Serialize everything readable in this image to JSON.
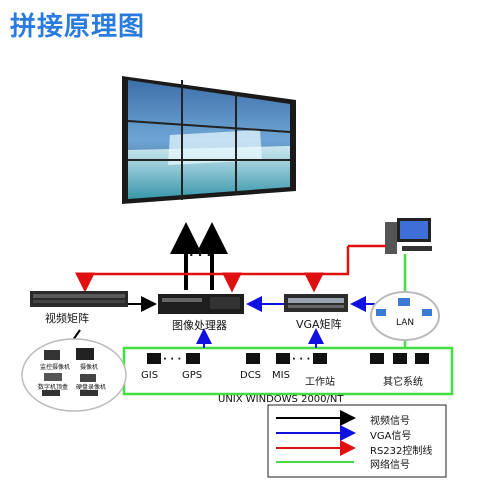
{
  "title": "拼接原理图",
  "devices": {
    "video_matrix": "视频矩阵",
    "image_processor": "图像处理器",
    "vga_matrix": "VGA矩阵",
    "lan": "LAN"
  },
  "cameras": {
    "cam1": "监控摄像机",
    "cam2": "摄像机",
    "cam3": "数字机顶盒",
    "cam4": "硬盘录像机"
  },
  "network_nodes": [
    "GIS",
    "GPS",
    "DCS",
    "MIS",
    "工作站",
    "其它系统"
  ],
  "os_label": "UNIX WINDOWS 2000/NT",
  "dots": "·  ·  ·",
  "legend": [
    {
      "label": "视频信号",
      "color": "#000000"
    },
    {
      "label": "VGA信号",
      "color": "#1010e0"
    },
    {
      "label": "RS232控制线",
      "color": "#e01010"
    },
    {
      "label": "网络信号",
      "color": "#44dd44"
    }
  ]
}
